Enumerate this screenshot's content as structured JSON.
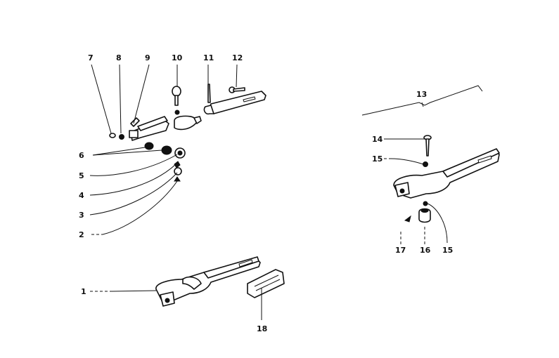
{
  "callouts": {
    "c1": "1",
    "c2": "2",
    "c3": "3",
    "c4": "4",
    "c5": "5",
    "c6": "6",
    "c7": "7",
    "c8": "8",
    "c9": "9",
    "c10": "10",
    "c11": "11",
    "c12": "12",
    "c13": "13",
    "c14": "14",
    "c15a": "15",
    "c15b": "15",
    "c16": "16",
    "c17": "17",
    "c18": "18"
  },
  "colors": {
    "ink": "#111111",
    "paper": "#ffffff"
  }
}
